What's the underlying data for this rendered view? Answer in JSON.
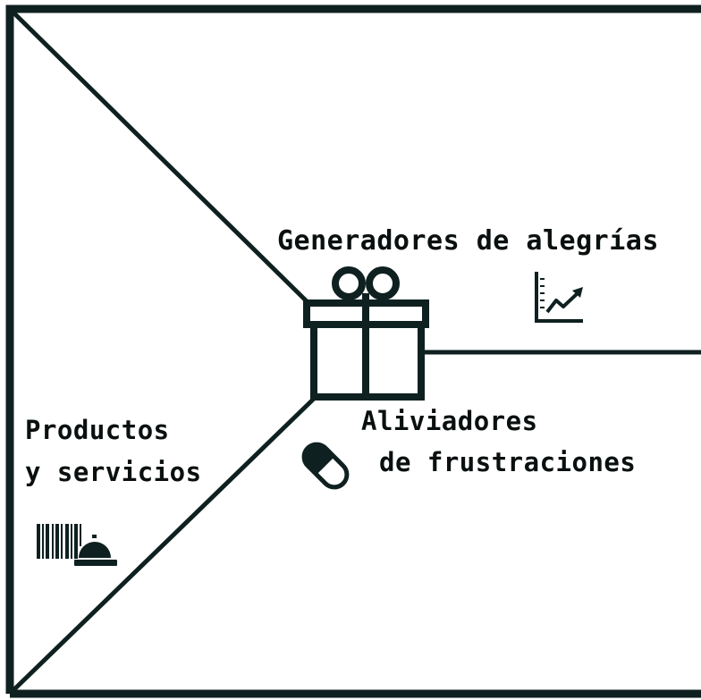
{
  "diagram": {
    "gain_creators_label": "Generadores de alegrías",
    "products_services_label": [
      "Productos",
      "y servicios"
    ],
    "pain_relievers_label": [
      "Aliviadores",
      "de frustraciones"
    ]
  },
  "icons": {
    "center": "gift-icon",
    "gain_creators": "growth-chart-icon",
    "products_services": "barcode-service-bell-icon",
    "pain_relievers": "pill-icon"
  },
  "colors": {
    "stroke": "#0f2020",
    "text": "#0a0f0f",
    "background": "#ffffff"
  }
}
